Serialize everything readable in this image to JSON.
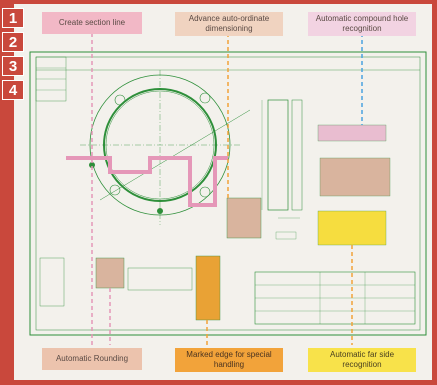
{
  "steps": [
    "1",
    "2",
    "3",
    "4"
  ],
  "callouts": {
    "create_section_line": "Create section line",
    "advance_auto_ordinate": "Advance auto-ordinate dimensioning",
    "compound_hole": "Automatic compound hole recognition",
    "auto_rounding": "Automatic Rounding",
    "marked_edge": "Marked edge for special handling",
    "far_side": "Automatic far side recognition"
  },
  "colors": {
    "frame": "#c9483c",
    "section_line": "#e597b8",
    "orange_dash": "#f2a33a",
    "blue_dash": "#4aa3e0",
    "drawing_line": "#2e8f3a"
  }
}
